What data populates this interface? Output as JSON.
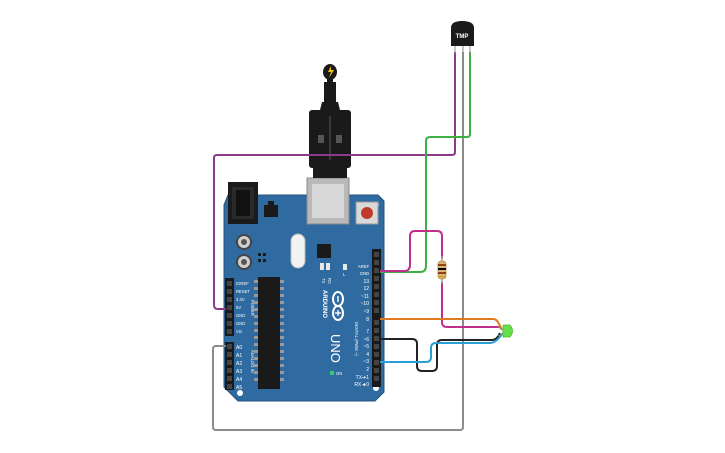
{
  "sensor": {
    "label": "TMP"
  },
  "arduino": {
    "brand": "ARDUINO",
    "model": "UNO",
    "on_label": "ON",
    "tx_label": "TX",
    "rx_label": "RX",
    "l_label": "L",
    "power_header": {
      "title": "POWER",
      "pins": [
        "IOREF",
        "RESET",
        "3.3V",
        "5V",
        "GND",
        "GND",
        "Vin"
      ]
    },
    "analog_header": {
      "title": "ANALOG IN",
      "pins": [
        "A0",
        "A1",
        "A2",
        "A3",
        "A4",
        "A5"
      ]
    },
    "digital_header": {
      "title": "DIGITAL (PWM ~)",
      "pins": [
        "AREF",
        "GND",
        "13",
        "12",
        "~11",
        "~10",
        "~9",
        "8",
        "7",
        "~6",
        "~5",
        "4",
        "~3",
        "2",
        "TX➔1",
        "RX◄0"
      ]
    }
  },
  "colors": {
    "board": "#2f6aa0",
    "wire_purple": "#8b3a8b",
    "wire_green": "#3cb043",
    "wire_magenta": "#c0308a",
    "wire_orange": "#e07a1f",
    "wire_black": "#222222",
    "wire_cyan": "#2a9fd6",
    "wire_gray": "#8c8c8c",
    "led": "#66e04a"
  }
}
